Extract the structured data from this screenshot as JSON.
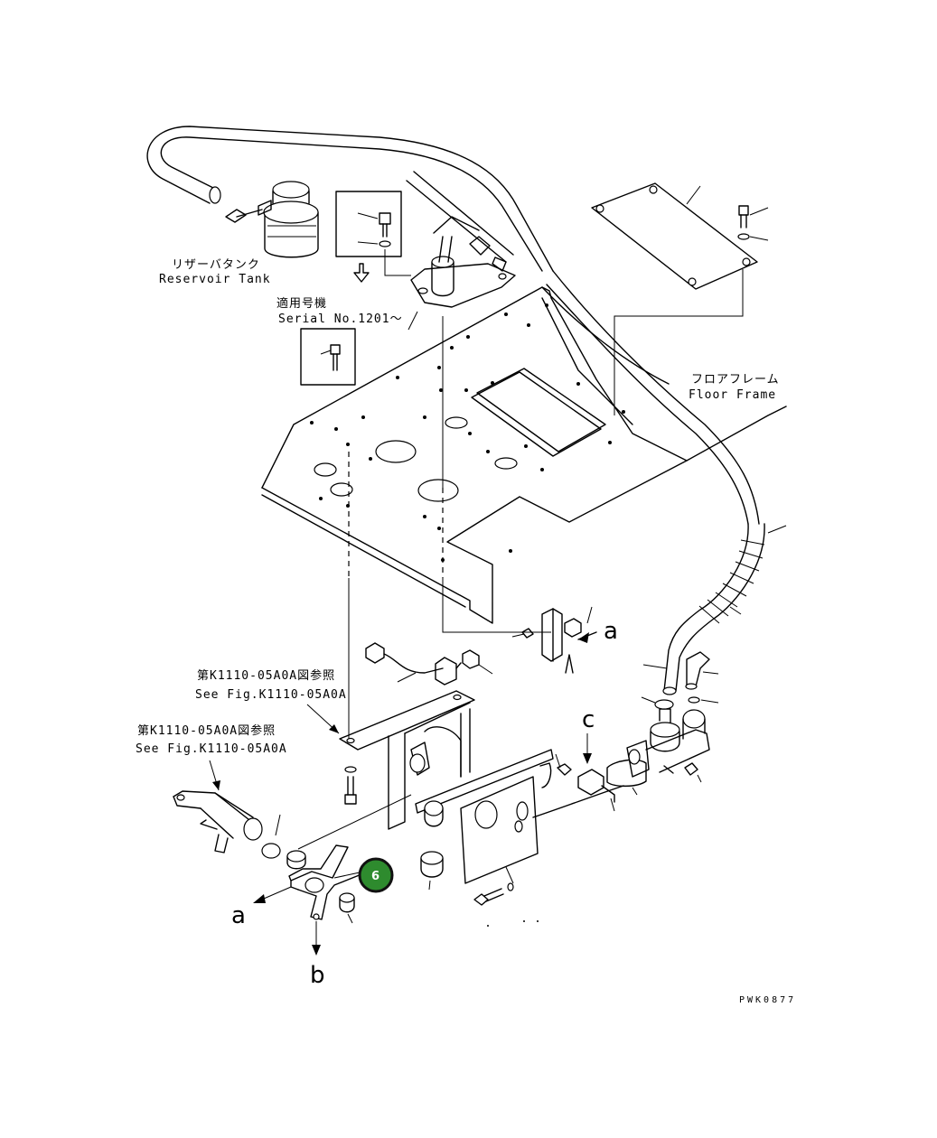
{
  "labels": {
    "reservoir_jp": "リザーバタンク",
    "reservoir_en": "Reservoir Tank",
    "serial_jp": "適用号機",
    "serial_en": "Serial No.1201～",
    "floor_jp": "フロアフレーム",
    "floor_en": "Floor Frame",
    "see_fig_jp_1": "第K1110-05A0A図参照",
    "see_fig_en_1": "See Fig.K1110-05A0A",
    "see_fig_jp_2": "第K1110-05A0A図参照",
    "see_fig_en_2": "See Fig.K1110-05A0A",
    "drawing_code": "PWK0877"
  },
  "markers": {
    "a_right": "a",
    "a_left": "a",
    "b": "b",
    "c": "c"
  },
  "callout": {
    "number": "6",
    "color": "#2e8b2e"
  }
}
